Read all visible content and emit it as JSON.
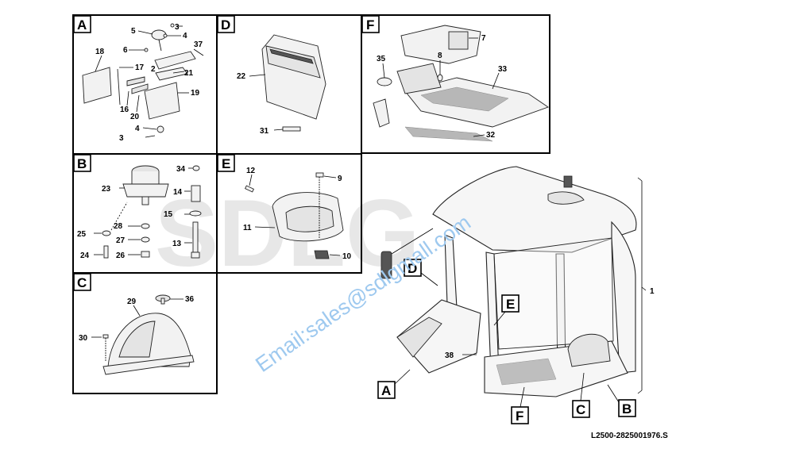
{
  "panels": {
    "A": {
      "tag": "A",
      "labels": {
        "n3a": "3",
        "n4a": "4",
        "n5": "5",
        "n6": "6",
        "n37": "37",
        "n18": "18",
        "n17": "17",
        "n2": "2",
        "n21": "21",
        "n19": "19",
        "n16": "16",
        "n20": "20",
        "n4b": "4",
        "n3b": "3"
      }
    },
    "B": {
      "tag": "B",
      "labels": {
        "n34": "34",
        "n23": "23",
        "n14": "14",
        "n15": "15",
        "n28": "28",
        "n25": "25",
        "n27": "27",
        "n13": "13",
        "n24": "24",
        "n26": "26"
      }
    },
    "C": {
      "tag": "C",
      "labels": {
        "n29": "29",
        "n36": "36",
        "n30": "30"
      }
    },
    "D": {
      "tag": "D",
      "labels": {
        "n22": "22",
        "n31": "31"
      }
    },
    "E": {
      "tag": "E",
      "labels": {
        "n12": "12",
        "n9": "9",
        "n11": "11",
        "n10": "10"
      }
    },
    "F": {
      "tag": "F",
      "labels": {
        "n7": "7",
        "n35": "35",
        "n8": "8",
        "n33": "33",
        "n32": "32"
      }
    }
  },
  "main": {
    "tags": {
      "A": "A",
      "B": "B",
      "C": "C",
      "D": "D",
      "E": "E",
      "F": "F"
    },
    "labels": {
      "n38": "38",
      "n1": "1"
    }
  },
  "watermark": {
    "text": "Email:sales@sdlgmall.com",
    "faint": "SDLG",
    "color": "#9ec9ef"
  },
  "reference": "L2500-2825001976.S"
}
